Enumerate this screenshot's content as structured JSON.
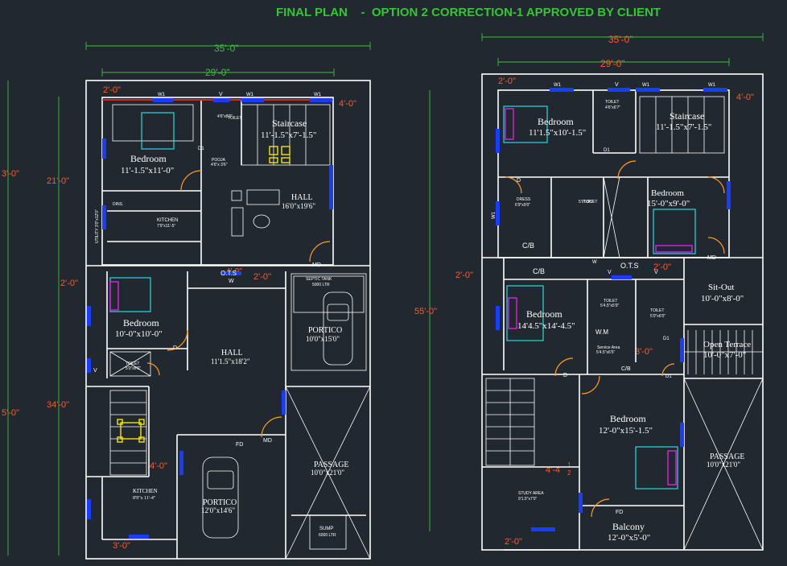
{
  "title": "FINAL PLAN    -  OPTION 2 CORRECTION-1 APPROVED BY CLIENT",
  "colors": {
    "background": "#212830",
    "title": "#32c832",
    "dim_green": "#3fbf3f",
    "dim_red": "#ff5a2a",
    "window": "#1a3cff",
    "door_swing": "#ff9a1a"
  },
  "plan_left": {
    "dims": {
      "top_outer": "35'-0\"",
      "top_inner": "29'-0\"",
      "left_a": "3'-0\"",
      "left_b": "21'-0\"",
      "left_c": "2'-0\"",
      "left_d": "34'-0\"",
      "left_e": "5'-0\"",
      "corner_tl": "2'-0\"",
      "corner_tr": "4'-0\"",
      "mid_step": "4'-9\"",
      "mid_step2": "2'-0\"",
      "side_mid": "4'-0\"",
      "bottom": "3'-0\""
    },
    "rooms": {
      "bedroom1": {
        "name": "Bedroom",
        "size": "11'-1.5\"x11'-0\""
      },
      "staircase": {
        "name": "Staircase",
        "size": "11'-1.5\"x7'-1.5\""
      },
      "hall1": {
        "name": "HALL",
        "size": "16'0\"x19'6\""
      },
      "pooja": {
        "name": "POOJA",
        "size": "4'6\"x 3'6\""
      },
      "toilet1": {
        "name": "TOILET",
        "size": "4'6\"x8'0\""
      },
      "kitchen1": {
        "name": "KITCHEN",
        "size": "7'9\"x11'-5\""
      },
      "dining": "DINS.",
      "utility": "UTILITY 3'0\"x12'0\"",
      "bedroom2": {
        "name": "Bedroom",
        "size": "10'-0\"x10'-0\""
      },
      "hall2": {
        "name": "HALL",
        "size": "11'1.5\"x18'2\""
      },
      "ots": "O.T.S",
      "septic": {
        "name": "SEPTIC TANK",
        "size": "5000 LTR"
      },
      "portico1": {
        "name": "PORTICO",
        "size": "10'0\"x15'0\""
      },
      "toilet2": {
        "name": "TOILET",
        "size": "5'0\"x6'0\""
      },
      "portico2": {
        "name": "PORTICO",
        "size": "12'0\"x14'6\""
      },
      "passage": {
        "name": "PASSAGE",
        "size": "10'0\"x21'0\""
      },
      "kitchen2": {
        "name": "KITCHEN",
        "size": "8'9\"x 11'-4\""
      },
      "sump": {
        "name": "SUMP",
        "size": "6000 LTR"
      },
      "tags": {
        "w1": "W1",
        "w": "W",
        "v": "V",
        "d": "D",
        "d1": "D1",
        "md": "MD",
        "fd": "FD"
      }
    }
  },
  "plan_right": {
    "dims": {
      "top_outer": "35'-0\"",
      "top_inner": "29'-0\"",
      "total_height": "55'-0\"",
      "corner_tl": "2'-0\"",
      "corner_tr": "4'-0\"",
      "left_mid": "2'-0\"",
      "mid_a": "2'-0\"",
      "mid_b": "3'-0\"",
      "side_mid_a": "4'-4",
      "side_mid_frac_top": "1",
      "side_mid_frac_bot": "2",
      "bottom": "2'-0\""
    },
    "rooms": {
      "bedroom1": {
        "name": "Bedroom",
        "size": "11'1.5\"x10'-1.5\""
      },
      "toilet1": {
        "name": "TOILET",
        "size": "4'6\"x6'7\""
      },
      "staircase": {
        "name": "Staircase",
        "size": "11'-1.5\"x7'-1.5\""
      },
      "dress": {
        "name": "DRESS",
        "size": "6'9\"x9'0\""
      },
      "cb1": "C/B",
      "toilet2": {
        "name": "TOILET",
        "size": "5'0\"x9'0\""
      },
      "bedroom2": {
        "name": "Bedroom",
        "size": "15'-0\"x9'-0\""
      },
      "cb2": "C/B",
      "ots": "O.T.S",
      "sitout": {
        "name": "Sit-Out",
        "size": "10'-0\"x8'-0\""
      },
      "bedroom3": {
        "name": "Bedroom",
        "size": "14'4.5\"x14'-4.5\""
      },
      "toilet3": {
        "name": "TOILET",
        "size": "5'4.5\"x5'9\""
      },
      "toilet4": {
        "name": "TOILET",
        "size": "5'0\"x6'0\""
      },
      "service": {
        "name": "Service Area",
        "size": "5'4.5\"x6'5\""
      },
      "wm": "W.M",
      "cb3": "C/B",
      "terrace": {
        "name": "Open Terrace",
        "size": "10'-0\"x7'-0\""
      },
      "bedroom4": {
        "name": "Bedroom",
        "size": "12'-0\"x15'-1.5\""
      },
      "passage": {
        "name": "PASSAGE",
        "size": "10'0\"x21'0\""
      },
      "study": {
        "name": "STUDY AREA",
        "size": "9'1.5\"x7'0\""
      },
      "balcony": {
        "name": "Balcony",
        "size": "12'-0\"x5'-0\""
      },
      "tags": {
        "w1": "W1",
        "w": "W",
        "v": "V",
        "d": "D",
        "d1": "D1",
        "md": "MD",
        "fd": "FD"
      }
    }
  }
}
